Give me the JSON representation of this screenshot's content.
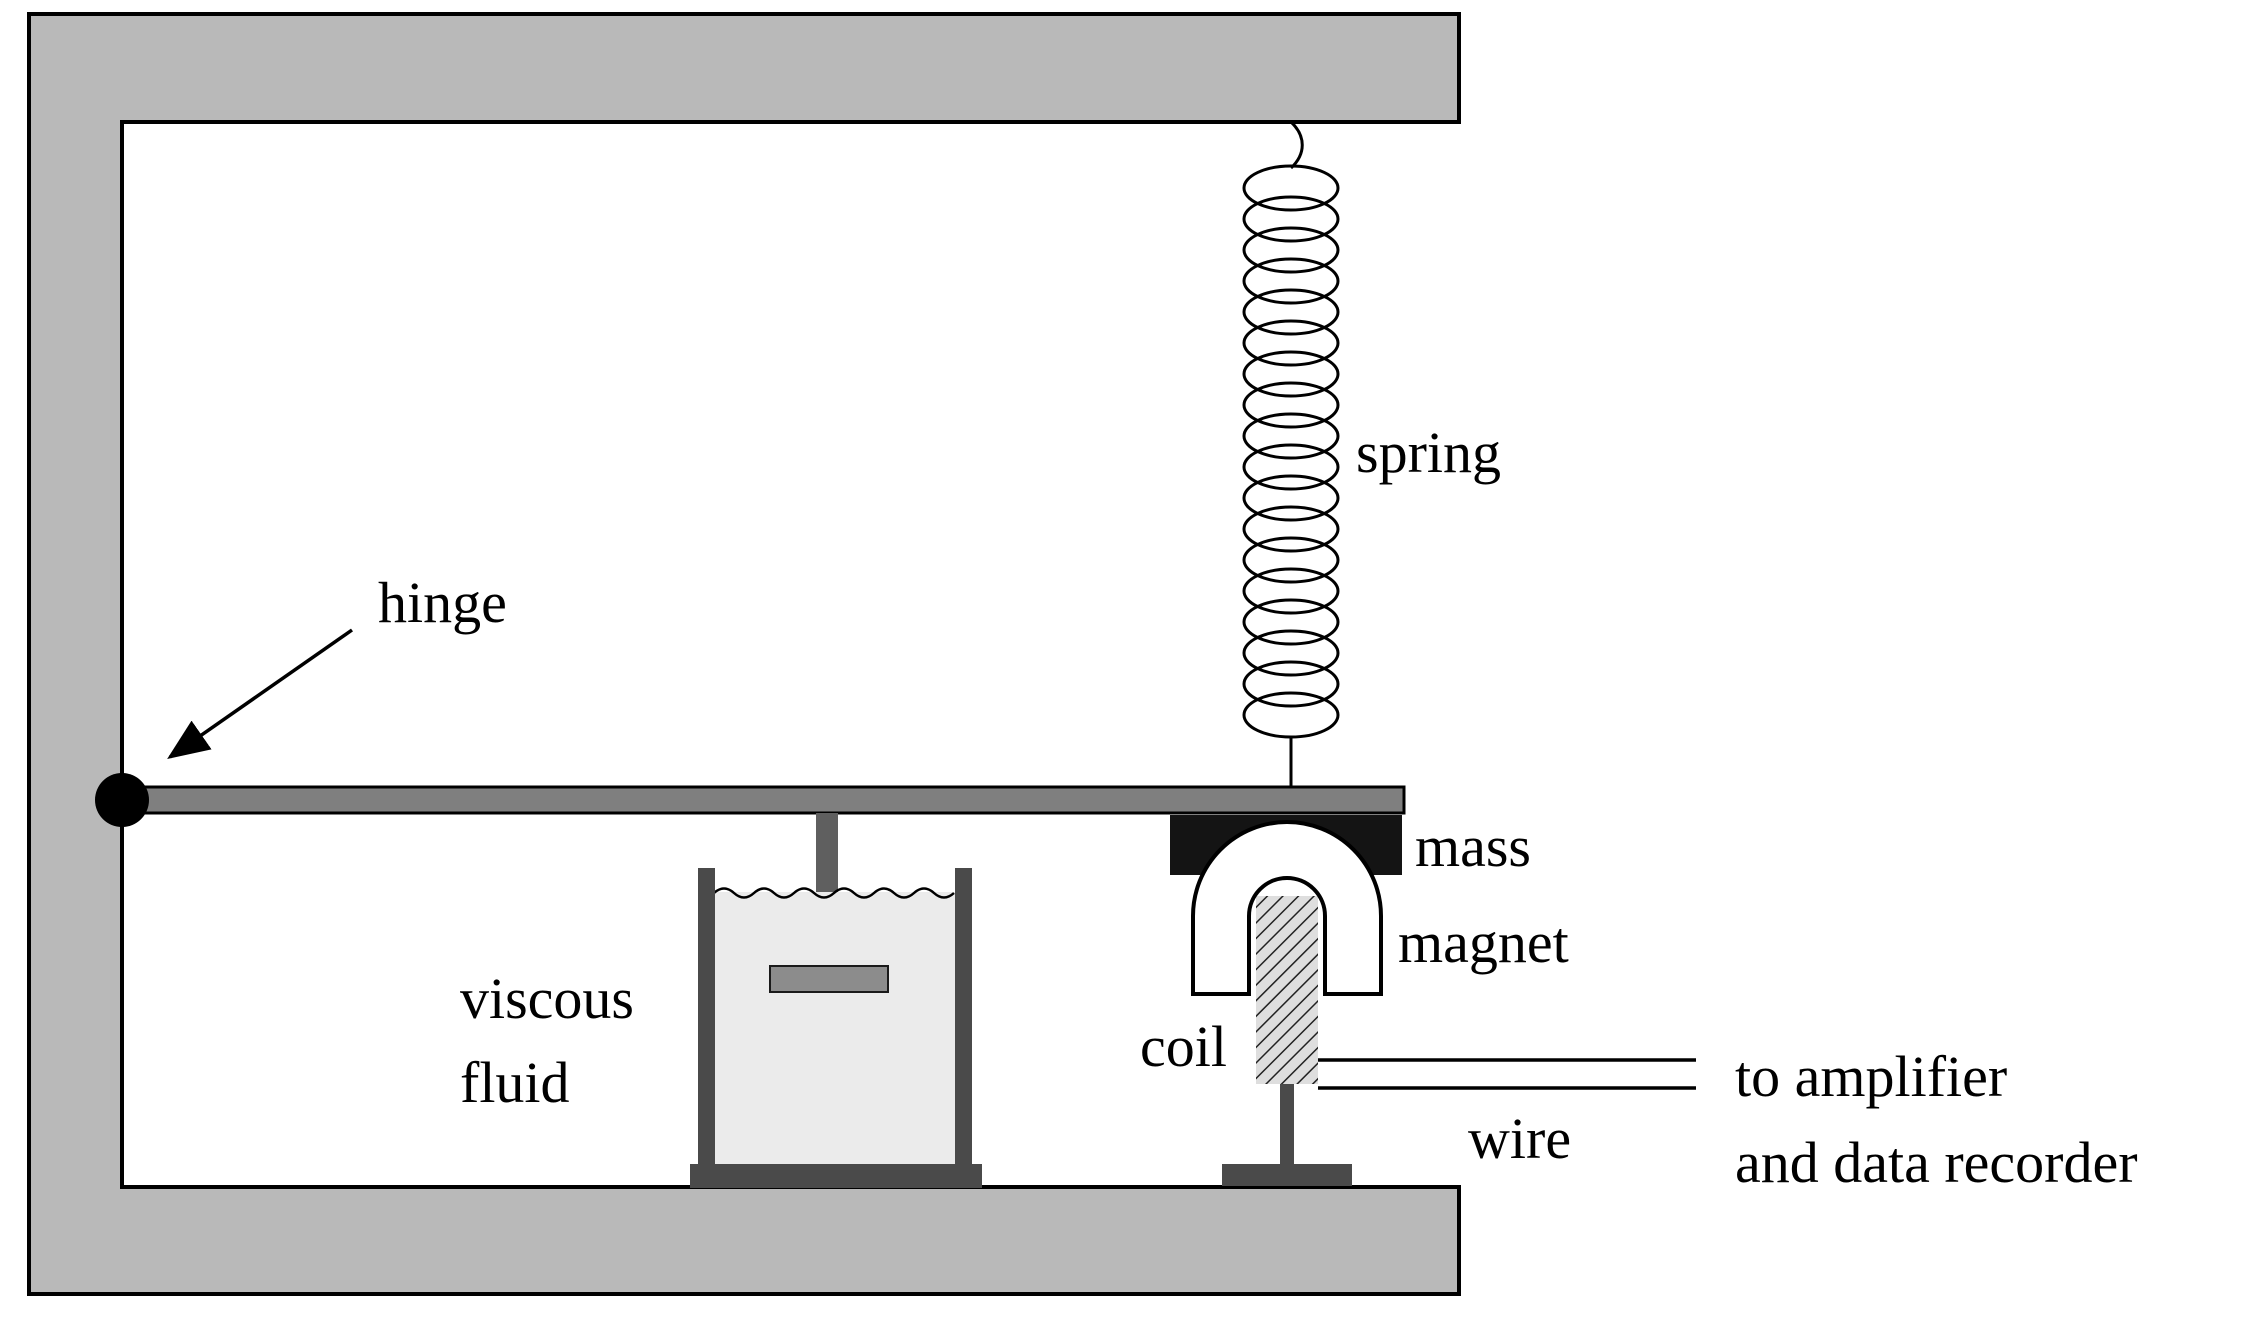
{
  "labels": {
    "spring": "spring",
    "hinge": "hinge",
    "viscous_fluid_line1": "viscous",
    "viscous_fluid_line2": "fluid",
    "mass": "mass",
    "magnet": "magnet",
    "coil": "coil",
    "wire": "wire",
    "output_line1": "to amplifier",
    "output_line2": "and data recorder"
  },
  "colors": {
    "frame_gray": "#b9b9b9",
    "beam_gray": "#7f7f7f",
    "dark_gray": "#4a4a4a",
    "fluid_gray": "#ebebeb",
    "plate_gray": "#8c8c8c",
    "mass_black": "#141414",
    "magnet_white": "#ffffff",
    "line_black": "#000000"
  }
}
